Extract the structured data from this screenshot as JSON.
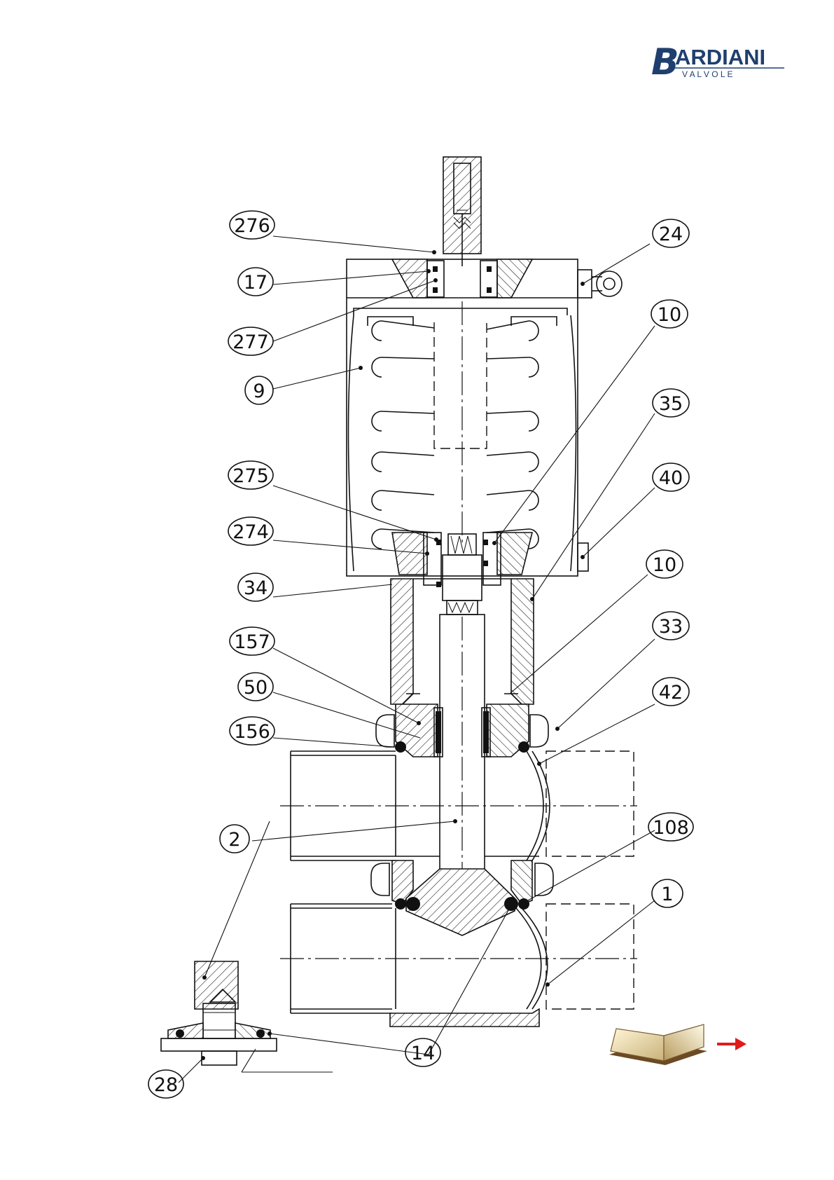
{
  "logo": {
    "initial": "B",
    "name": "ARDIANI",
    "subtitle": "V A L V O L E"
  },
  "balloons": [
    {
      "id": "276",
      "label": "276"
    },
    {
      "id": "17",
      "label": "17"
    },
    {
      "id": "277",
      "label": "277"
    },
    {
      "id": "9",
      "label": "9"
    },
    {
      "id": "275",
      "label": "275"
    },
    {
      "id": "274",
      "label": "274"
    },
    {
      "id": "34",
      "label": "34"
    },
    {
      "id": "157",
      "label": "157"
    },
    {
      "id": "50",
      "label": "50"
    },
    {
      "id": "156",
      "label": "156"
    },
    {
      "id": "2",
      "label": "2"
    },
    {
      "id": "28",
      "label": "28"
    },
    {
      "id": "24",
      "label": "24"
    },
    {
      "id": "10a",
      "label": "10"
    },
    {
      "id": "35",
      "label": "35"
    },
    {
      "id": "40",
      "label": "40"
    },
    {
      "id": "10b",
      "label": "10"
    },
    {
      "id": "33",
      "label": "33"
    },
    {
      "id": "42",
      "label": "42"
    },
    {
      "id": "108",
      "label": "108"
    },
    {
      "id": "1",
      "label": "1"
    },
    {
      "id": "14",
      "label": "14"
    }
  ],
  "colors": {
    "logo_blue": "#1f3f6e",
    "arrow_red": "#e01b1b",
    "line": "#111111"
  },
  "icons": {
    "book": "open-book-icon",
    "arrow": "right-arrow-icon"
  }
}
